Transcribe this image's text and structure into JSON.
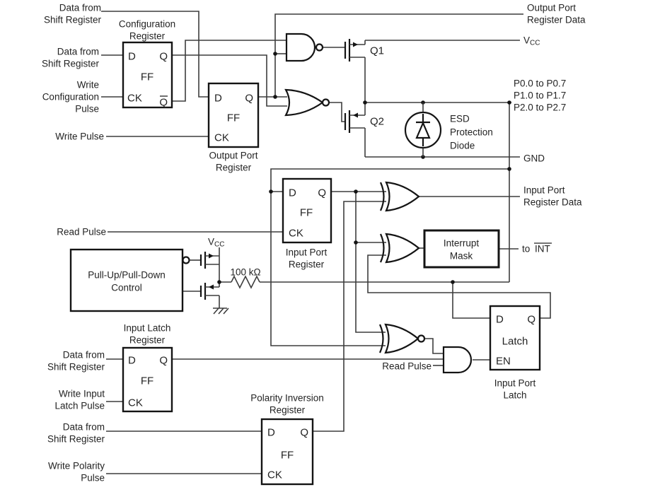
{
  "colors": {
    "background": "#ffffff",
    "wire": "#3d3d3d",
    "component": "#141414",
    "text": "#232323"
  },
  "pins": {
    "ff": {
      "d": "D",
      "q": "Q",
      "ff": "FF",
      "ck": "CK",
      "qbar": "Q"
    },
    "latch": {
      "d": "D",
      "q": "Q",
      "name": "Latch",
      "en": "EN"
    }
  },
  "blocks": {
    "configuration_register": {
      "title": [
        "Configuration",
        "Register"
      ]
    },
    "output_port_register": {
      "title": [
        "Output Port",
        "Register"
      ]
    },
    "input_port_register": {
      "title": [
        "Input Port",
        "Register"
      ]
    },
    "input_latch_register": {
      "title": [
        "Input Latch",
        "Register"
      ]
    },
    "polarity_inversion_register": {
      "title": [
        "Polarity Inversion",
        "Register"
      ]
    },
    "pull_control": {
      "title": [
        "Pull-Up/Pull-Down",
        "Control"
      ]
    },
    "interrupt_mask": {
      "title": [
        "Interrupt",
        "Mask"
      ]
    },
    "input_port_latch": {
      "title": [
        "Input Port",
        "Latch"
      ]
    },
    "esd_diode": {
      "title": [
        "ESD",
        "Protection",
        "Diode"
      ]
    }
  },
  "signals": {
    "data_from_shift_1": [
      "Data from",
      "Shift Register"
    ],
    "data_from_shift_2": [
      "Data from",
      "Shift Register"
    ],
    "data_from_shift_3": [
      "Data from",
      "Shift Register"
    ],
    "data_from_shift_4": [
      "Data from",
      "Shift Register"
    ],
    "write_configuration": [
      "Write",
      "Configuration",
      "Pulse"
    ],
    "write_pulse": "Write Pulse",
    "read_pulse": "Read Pulse",
    "read_pulse_2": "Read Pulse",
    "write_input_latch": [
      "Write Input",
      "Latch Pulse"
    ],
    "write_polarity": [
      "Write Polarity",
      "Pulse"
    ],
    "output_port_register_data": [
      "Output Port",
      "Register Data"
    ],
    "input_port_register_data": [
      "Input Port",
      "Register Data"
    ],
    "port_ranges": [
      "P0.0 to P0.7",
      "P1.0 to P1.7",
      "P2.0 to P2.7"
    ],
    "vcc_main": "V",
    "vcc_sub": "CC",
    "gnd": "GND",
    "to_int_prefix": "to",
    "to_int_signal": "INT",
    "q1": "Q1",
    "q2": "Q2",
    "resistor_value": "100 kΩ"
  }
}
